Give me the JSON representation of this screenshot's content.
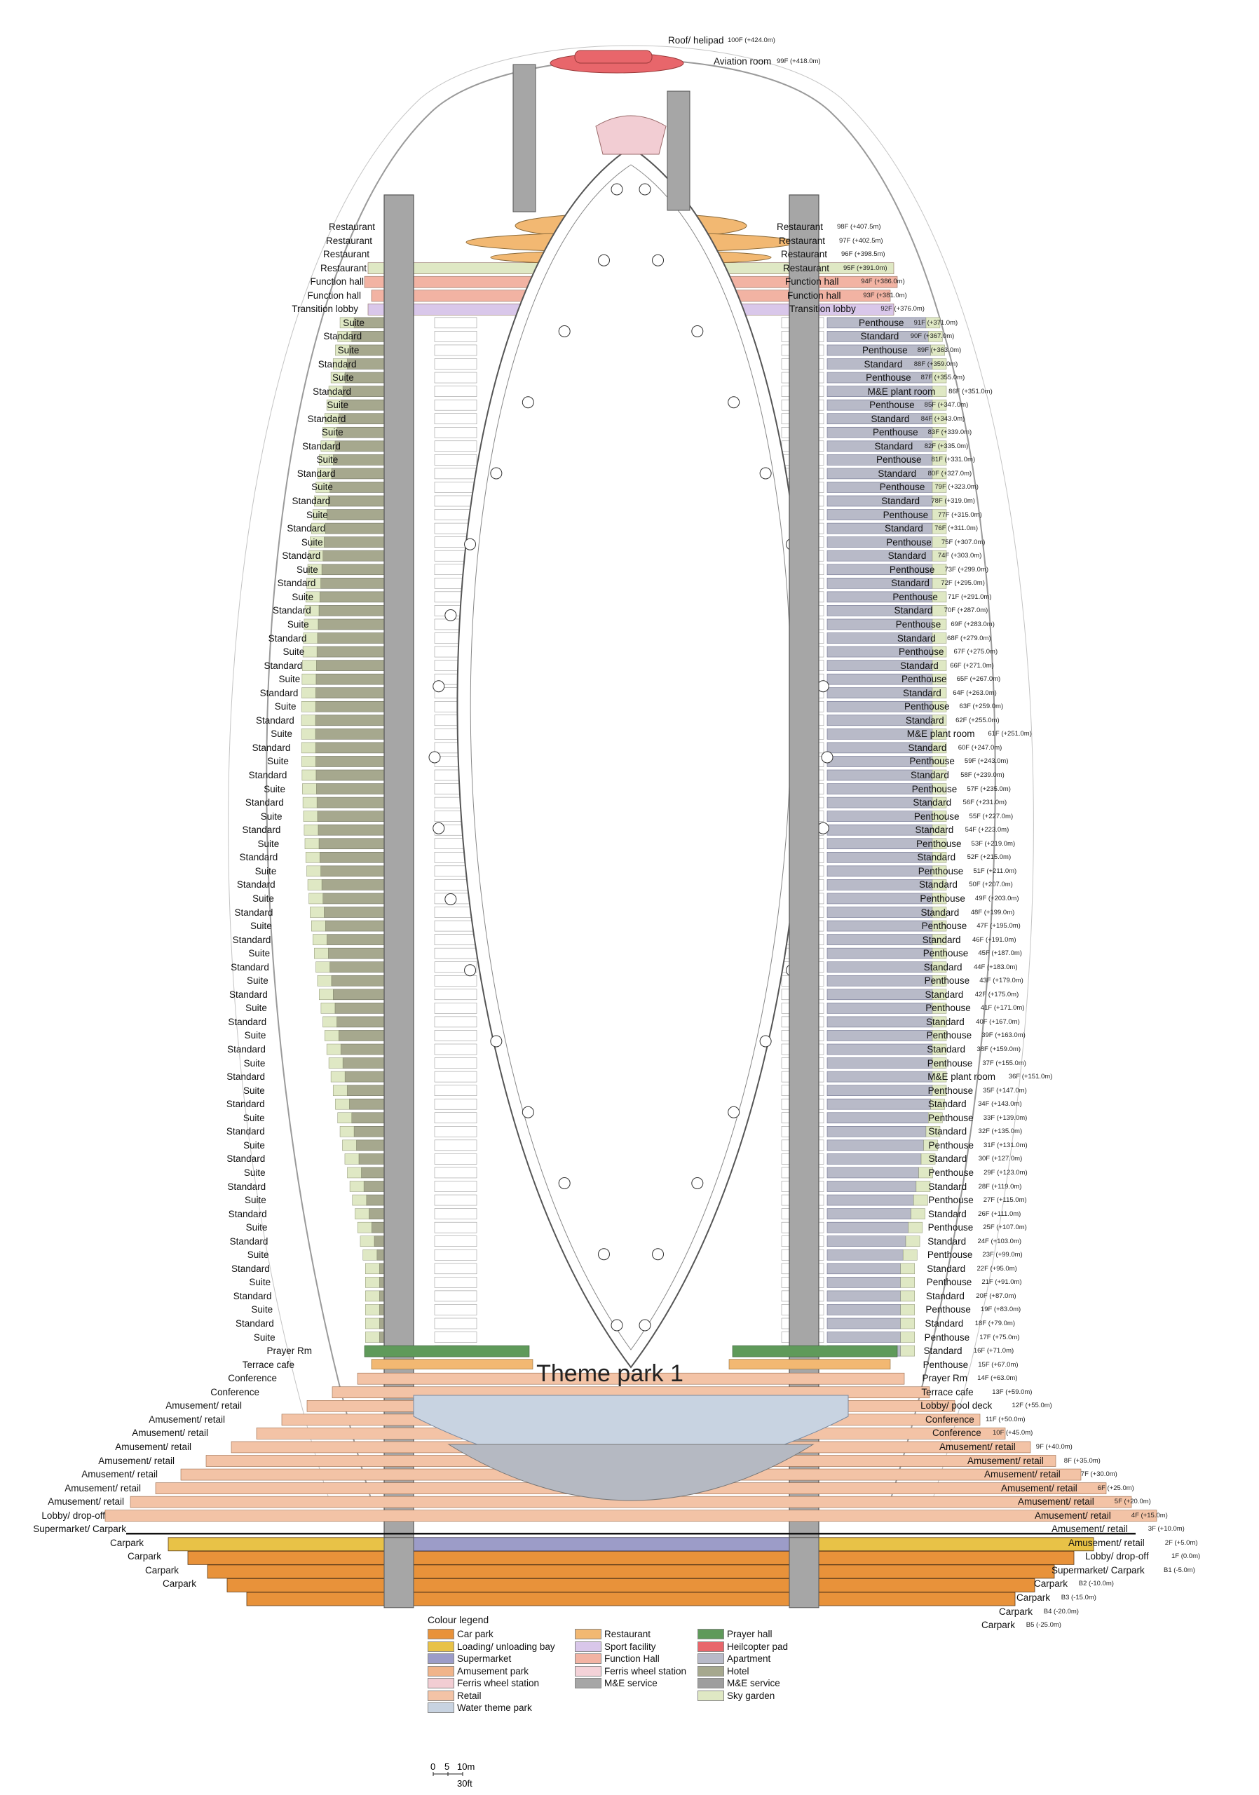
{
  "top_labels": [
    {
      "name": "Roof/ helipad",
      "level": "100F (+424.0m)"
    },
    {
      "name": "Aviation room",
      "level": "99F (+418.0m)"
    }
  ],
  "left_labels": [
    "Restaurant",
    "Restaurant",
    "Restaurant",
    "Restaurant",
    "Function hall",
    "Function hall",
    "Transition lobby",
    "Suite",
    "Standard",
    "Suite",
    "Standard",
    "Suite",
    "Standard",
    "Suite",
    "Standard",
    "Suite",
    "Standard",
    "Suite",
    "Standard",
    "Suite",
    "Standard",
    "Suite",
    "Standard",
    "Suite",
    "Standard",
    "Suite",
    "Standard",
    "Suite",
    "Standard",
    "Suite",
    "Standard",
    "Suite",
    "Standard",
    "Suite",
    "Standard",
    "Suite",
    "Standard",
    "Suite",
    "Standard",
    "Suite",
    "Standard",
    "Suite",
    "Standard",
    "Suite",
    "Standard",
    "Suite",
    "Standard",
    "Suite",
    "Standard",
    "Suite",
    "Standard",
    "Suite",
    "Standard",
    "Suite",
    "Standard",
    "Suite",
    "Standard",
    "Suite",
    "Standard",
    "Suite",
    "Standard",
    "Suite",
    "Standard",
    "Suite",
    "Standard",
    "Suite",
    "Standard",
    "Suite",
    "Standard",
    "Suite",
    "Standard",
    "Suite",
    "Standard",
    "Suite",
    "Standard",
    "Suite",
    "Standard",
    "Suite",
    "Standard",
    "Suite",
    "Standard",
    "Suite",
    "Prayer Rm",
    "Terrace cafe",
    "Conference",
    "Conference",
    "Amusement/ retail",
    "Amusement/ retail",
    "Amusement/ retail",
    "Amusement/ retail",
    "Amusement/ retail",
    "Amusement/ retail",
    "Amusement/ retail",
    "Amusement/ retail",
    "Lobby/ drop-off",
    "Supermarket/ Carpark",
    "Carpark",
    "Carpark",
    "Carpark",
    "Carpark"
  ],
  "right_labels": [
    {
      "name": "Restaurant",
      "level": "98F (+407.5m)"
    },
    {
      "name": "Restaurant",
      "level": "97F (+402.5m)"
    },
    {
      "name": "Restaurant",
      "level": "96F (+398.5m)"
    },
    {
      "name": "Restaurant",
      "level": "95F (+391.0m)"
    },
    {
      "name": "Function hall",
      "level": "94F (+386.0m)"
    },
    {
      "name": "Function hall",
      "level": "93F (+381.0m)"
    },
    {
      "name": "Transition lobby",
      "level": "92F (+376.0m)"
    },
    {
      "name": "Penthouse",
      "level": "91F (+371.0m)"
    },
    {
      "name": "Standard",
      "level": "90F (+367.0m)"
    },
    {
      "name": "Penthouse",
      "level": "89F (+363.0m)"
    },
    {
      "name": "Standard",
      "level": "88F (+359.0m)"
    },
    {
      "name": "Penthouse",
      "level": "87F (+355.0m)"
    },
    {
      "name": "M&E plant room",
      "level": "86F (+351.0m)"
    },
    {
      "name": "Penthouse",
      "level": "85F (+347.0m)"
    },
    {
      "name": "Standard",
      "level": "84F (+343.0m)"
    },
    {
      "name": "Penthouse",
      "level": "83F (+339.0m)"
    },
    {
      "name": "Standard",
      "level": "82F (+335.0m)"
    },
    {
      "name": "Penthouse",
      "level": "81F (+331.0m)"
    },
    {
      "name": "Standard",
      "level": "80F (+327.0m)"
    },
    {
      "name": "Penthouse",
      "level": "79F (+323.0m)"
    },
    {
      "name": "Standard",
      "level": "78F (+319.0m)"
    },
    {
      "name": "Penthouse",
      "level": "77F (+315.0m)"
    },
    {
      "name": "Standard",
      "level": "76F (+311.0m)"
    },
    {
      "name": "Penthouse",
      "level": "75F (+307.0m)"
    },
    {
      "name": "Standard",
      "level": "74F (+303.0m)"
    },
    {
      "name": "Penthouse",
      "level": "73F (+299.0m)"
    },
    {
      "name": "Standard",
      "level": "72F (+295.0m)"
    },
    {
      "name": "Penthouse",
      "level": "71F (+291.0m)"
    },
    {
      "name": "Standard",
      "level": "70F (+287.0m)"
    },
    {
      "name": "Penthouse",
      "level": "69F (+283.0m)"
    },
    {
      "name": "Standard",
      "level": "68F (+279.0m)"
    },
    {
      "name": "Penthouse",
      "level": "67F (+275.0m)"
    },
    {
      "name": "Standard",
      "level": "66F (+271.0m)"
    },
    {
      "name": "Penthouse",
      "level": "65F (+267.0m)"
    },
    {
      "name": "Standard",
      "level": "64F (+263.0m)"
    },
    {
      "name": "Penthouse",
      "level": "63F (+259.0m)"
    },
    {
      "name": "Standard",
      "level": "62F (+255.0m)"
    },
    {
      "name": "M&E plant room",
      "level": "61F (+251.0m)"
    },
    {
      "name": "Standard",
      "level": "60F (+247.0m)"
    },
    {
      "name": "Penthouse",
      "level": "59F (+243.0m)"
    },
    {
      "name": "Standard",
      "level": "58F (+239.0m)"
    },
    {
      "name": "Penthouse",
      "level": "57F (+235.0m)"
    },
    {
      "name": "Standard",
      "level": "56F (+231.0m)"
    },
    {
      "name": "Penthouse",
      "level": "55F (+227.0m)"
    },
    {
      "name": "Standard",
      "level": "54F (+223.0m)"
    },
    {
      "name": "Penthouse",
      "level": "53F (+219.0m)"
    },
    {
      "name": "Standard",
      "level": "52F (+215.0m)"
    },
    {
      "name": "Penthouse",
      "level": "51F (+211.0m)"
    },
    {
      "name": "Standard",
      "level": "50F (+207.0m)"
    },
    {
      "name": "Penthouse",
      "level": "49F (+203.0m)"
    },
    {
      "name": "Standard",
      "level": "48F (+199.0m)"
    },
    {
      "name": "Penthouse",
      "level": "47F (+195.0m)"
    },
    {
      "name": "Standard",
      "level": "46F (+191.0m)"
    },
    {
      "name": "Penthouse",
      "level": "45F (+187.0m)"
    },
    {
      "name": "Standard",
      "level": "44F (+183.0m)"
    },
    {
      "name": "Penthouse",
      "level": "43F (+179.0m)"
    },
    {
      "name": "Standard",
      "level": "42F (+175.0m)"
    },
    {
      "name": "Penthouse",
      "level": "41F (+171.0m)"
    },
    {
      "name": "Standard",
      "level": "40F (+167.0m)"
    },
    {
      "name": "Penthouse",
      "level": "39F (+163.0m)"
    },
    {
      "name": "Standard",
      "level": "38F (+159.0m)"
    },
    {
      "name": "Penthouse",
      "level": "37F (+155.0m)"
    },
    {
      "name": "M&E plant room",
      "level": "36F (+151.0m)"
    },
    {
      "name": "Penthouse",
      "level": "35F (+147.0m)"
    },
    {
      "name": "Standard",
      "level": "34F (+143.0m)"
    },
    {
      "name": "Penthouse",
      "level": "33F (+139.0m)"
    },
    {
      "name": "Standard",
      "level": "32F (+135.0m)"
    },
    {
      "name": "Penthouse",
      "level": "31F (+131.0m)"
    },
    {
      "name": "Standard",
      "level": "30F (+127.0m)"
    },
    {
      "name": "Penthouse",
      "level": "29F (+123.0m)"
    },
    {
      "name": "Standard",
      "level": "28F (+119.0m)"
    },
    {
      "name": "Penthouse",
      "level": "27F (+115.0m)"
    },
    {
      "name": "Standard",
      "level": "26F (+111.0m)"
    },
    {
      "name": "Penthouse",
      "level": "25F (+107.0m)"
    },
    {
      "name": "Standard",
      "level": "24F (+103.0m)"
    },
    {
      "name": "Penthouse",
      "level": "23F (+99.0m)"
    },
    {
      "name": "Standard",
      "level": "22F (+95.0m)"
    },
    {
      "name": "Penthouse",
      "level": "21F (+91.0m)"
    },
    {
      "name": "Standard",
      "level": "20F (+87.0m)"
    },
    {
      "name": "Penthouse",
      "level": "19F (+83.0m)"
    },
    {
      "name": "Standard",
      "level": "18F (+79.0m)"
    },
    {
      "name": "Penthouse",
      "level": "17F (+75.0m)"
    },
    {
      "name": "Standard",
      "level": "16F (+71.0m)"
    },
    {
      "name": "Penthouse",
      "level": "15F (+67.0m)"
    },
    {
      "name": "Prayer Rm",
      "level": "14F (+63.0m)"
    },
    {
      "name": "Terrace cafe",
      "level": "13F (+59.0m)"
    },
    {
      "name": "Lobby/ pool deck",
      "level": "12F (+55.0m)"
    },
    {
      "name": "Conference",
      "level": "11F (+50.0m)"
    },
    {
      "name": "Conference",
      "level": "10F (+45.0m)"
    },
    {
      "name": "Amusement/ retail",
      "level": "9F (+40.0m)"
    },
    {
      "name": "Amusement/ retail",
      "level": "8F (+35.0m)"
    },
    {
      "name": "Amusement/ retail",
      "level": "7F (+30.0m)"
    },
    {
      "name": "Amusement/ retail",
      "level": "6F (+25.0m)"
    },
    {
      "name": "Amusement/ retail",
      "level": "5F (+20.0m)"
    },
    {
      "name": "Amusement/ retail",
      "level": "4F (+15.0m)"
    },
    {
      "name": "Amusement/ retail",
      "level": "3F (+10.0m)"
    },
    {
      "name": "Amusement/ retail",
      "level": "2F (+5.0m)"
    },
    {
      "name": "Lobby/ drop-off",
      "level": "1F (0.0m)"
    },
    {
      "name": "Supermarket/ Carpark",
      "level": "B1 (-5.0m)"
    },
    {
      "name": "Carpark",
      "level": "B2 (-10.0m)"
    },
    {
      "name": "Carpark",
      "level": "B3 (-15.0m)"
    },
    {
      "name": "Carpark",
      "level": "B4 (-20.0m)"
    },
    {
      "name": "Carpark",
      "level": "B5 (-25.0m)"
    }
  ],
  "theme_park_label": "Theme park 1",
  "legend": {
    "title": "Colour legend",
    "columns": [
      [
        {
          "label": "Car park",
          "color": "#e8923a"
        },
        {
          "label": "Loading/ unloading bay",
          "color": "#e8c247"
        },
        {
          "label": "Supermarket",
          "color": "#9c9cc8"
        },
        {
          "label": "Amusement park",
          "color": "#f0b48a"
        },
        {
          "label": "Ferris wheel station",
          "color": "#f2cdd3"
        },
        {
          "label": "Retail",
          "color": "#f3c3a6"
        },
        {
          "label": "Water theme park",
          "color": "#c8d3e1"
        }
      ],
      [
        {
          "label": "Restaurant",
          "color": "#f2b872"
        },
        {
          "label": "Sport facility",
          "color": "#d9c7ea"
        },
        {
          "label": "Function Hall",
          "color": "#f2b3a3"
        },
        {
          "label": "Ferris wheel station",
          "color": "#f4d2d8"
        },
        {
          "label": "M&E service",
          "color": "#a6a6a6"
        }
      ],
      [
        {
          "label": "Prayer hall",
          "color": "#5f9a5a"
        },
        {
          "label": "Heilcopter pad",
          "color": "#e8666b"
        },
        {
          "label": "Apartment",
          "color": "#b8bac8"
        },
        {
          "label": "Hotel",
          "color": "#a6a88e"
        },
        {
          "label": "M&E service",
          "color": "#9e9e9e"
        },
        {
          "label": "Sky garden",
          "color": "#dfe8c4"
        }
      ]
    ]
  },
  "scale_bar": {
    "ticks": [
      "0",
      "5",
      "10m"
    ],
    "feet": "30ft"
  },
  "colors": {
    "hotel": "#a6a88e",
    "apartment": "#b8bac8",
    "sky_garden": "#dfe8c4",
    "function_hall": "#f2b3a3",
    "restaurant": "#f2b872",
    "car_park": "#e8923a",
    "supermarket": "#9c9cc8",
    "retail": "#f3c3a6",
    "water_park": "#c8d3e1",
    "prayer": "#5f9a5a",
    "helipad": "#e8666b",
    "core": "#a6a6a6",
    "ferris": "#f2cdd3",
    "transition": "#d9c7ea",
    "loading": "#e8c247"
  }
}
